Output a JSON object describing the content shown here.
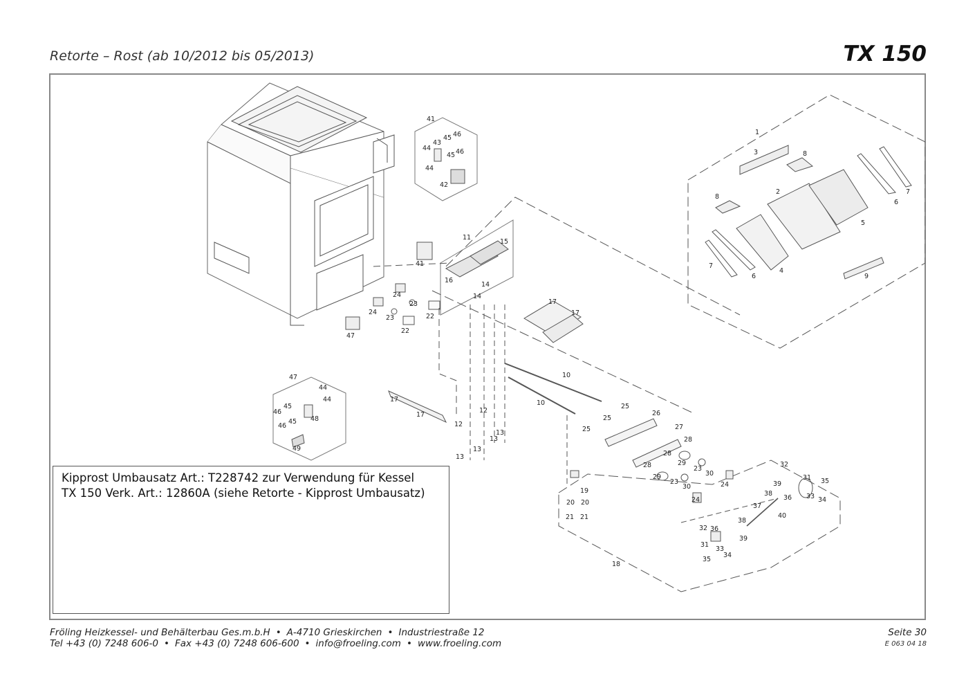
{
  "header": {
    "title": "Retorte – Rost (ab 10/2012 bis 05/2013)",
    "model": "TX 150"
  },
  "info_box": {
    "line1": "Kipprost Umbausatz Art.: T228742 zur Verwendung für Kessel",
    "line2": "TX 150 Verk. Art.: 12860A (siehe Retorte - Kipprost Umbausatz)"
  },
  "footer": {
    "company": "Fröling Heizkessel- und Behälterbau Ges.m.b.H",
    "address": "A-4710 Grieskirchen",
    "street": "Industriestraße 12",
    "tel": "Tel +43 (0) 7248 606-0",
    "fax": "Fax +43 (0) 7248 606-600",
    "email": "info@froeling.com",
    "web": "www.froeling.com",
    "bullet": "•",
    "page": "Seite 30",
    "doc_code": "E 063 04 18"
  },
  "callouts": [
    {
      "id": "c1",
      "text": "1"
    },
    {
      "id": "c3",
      "text": "3"
    },
    {
      "id": "c8a",
      "text": "8"
    },
    {
      "id": "c2",
      "text": "2"
    },
    {
      "id": "c8b",
      "text": "8"
    },
    {
      "id": "c7a",
      "text": "7"
    },
    {
      "id": "c6a",
      "text": "6"
    },
    {
      "id": "c5",
      "text": "5"
    },
    {
      "id": "c7b",
      "text": "7"
    },
    {
      "id": "c6b",
      "text": "6"
    },
    {
      "id": "c4",
      "text": "4"
    },
    {
      "id": "c9",
      "text": "9"
    },
    {
      "id": "c41a",
      "text": "41"
    },
    {
      "id": "c46a",
      "text": "46"
    },
    {
      "id": "c45a",
      "text": "45"
    },
    {
      "id": "c43",
      "text": "43"
    },
    {
      "id": "c44a",
      "text": "44"
    },
    {
      "id": "c46b",
      "text": "46"
    },
    {
      "id": "c45b",
      "text": "45"
    },
    {
      "id": "c44b",
      "text": "44"
    },
    {
      "id": "c42",
      "text": "42"
    },
    {
      "id": "c41b",
      "text": "41"
    },
    {
      "id": "c11",
      "text": "11"
    },
    {
      "id": "c15",
      "text": "15"
    },
    {
      "id": "c16",
      "text": "16"
    },
    {
      "id": "c14a",
      "text": "14"
    },
    {
      "id": "c14b",
      "text": "14"
    },
    {
      "id": "c24a",
      "text": "24"
    },
    {
      "id": "c23a",
      "text": "23"
    },
    {
      "id": "c22a",
      "text": "22"
    },
    {
      "id": "c24b",
      "text": "24"
    },
    {
      "id": "c23b",
      "text": "23"
    },
    {
      "id": "c22b",
      "text": "22"
    },
    {
      "id": "c47a",
      "text": "47"
    },
    {
      "id": "c17a",
      "text": "17"
    },
    {
      "id": "c17b",
      "text": "17"
    },
    {
      "id": "c10a",
      "text": "10"
    },
    {
      "id": "c10b",
      "text": "10"
    },
    {
      "id": "c17c",
      "text": "17"
    },
    {
      "id": "c17d",
      "text": "17"
    },
    {
      "id": "c12a",
      "text": "12"
    },
    {
      "id": "c12b",
      "text": "12"
    },
    {
      "id": "c13a",
      "text": "13"
    },
    {
      "id": "c13b",
      "text": "13"
    },
    {
      "id": "c13c",
      "text": "13"
    },
    {
      "id": "c13d",
      "text": "13"
    },
    {
      "id": "c47b",
      "text": "47"
    },
    {
      "id": "c44c",
      "text": "44"
    },
    {
      "id": "c44d",
      "text": "44"
    },
    {
      "id": "c45c",
      "text": "45"
    },
    {
      "id": "c46c",
      "text": "46"
    },
    {
      "id": "c45d",
      "text": "45"
    },
    {
      "id": "c46d",
      "text": "46"
    },
    {
      "id": "c48",
      "text": "48"
    },
    {
      "id": "c49",
      "text": "49"
    },
    {
      "id": "c25a",
      "text": "25"
    },
    {
      "id": "c26",
      "text": "26"
    },
    {
      "id": "c25b",
      "text": "25"
    },
    {
      "id": "c27",
      "text": "27"
    },
    {
      "id": "c25c",
      "text": "25"
    },
    {
      "id": "c28a",
      "text": "28"
    },
    {
      "id": "c28b",
      "text": "28"
    },
    {
      "id": "c29a",
      "text": "29"
    },
    {
      "id": "c28c",
      "text": "28"
    },
    {
      "id": "c23c",
      "text": "23"
    },
    {
      "id": "c30a",
      "text": "30"
    },
    {
      "id": "c24c",
      "text": "24"
    },
    {
      "id": "c29b",
      "text": "29"
    },
    {
      "id": "c23d",
      "text": "23"
    },
    {
      "id": "c30b",
      "text": "30"
    },
    {
      "id": "c24d",
      "text": "24"
    },
    {
      "id": "c19",
      "text": "19"
    },
    {
      "id": "c20a",
      "text": "20"
    },
    {
      "id": "c20b",
      "text": "20"
    },
    {
      "id": "c21a",
      "text": "21"
    },
    {
      "id": "c21b",
      "text": "21"
    },
    {
      "id": "c18",
      "text": "18"
    },
    {
      "id": "c32a",
      "text": "32"
    },
    {
      "id": "c31a",
      "text": "31"
    },
    {
      "id": "c35a",
      "text": "35"
    },
    {
      "id": "c39a",
      "text": "39"
    },
    {
      "id": "c38a",
      "text": "38"
    },
    {
      "id": "c36a",
      "text": "36"
    },
    {
      "id": "c33a",
      "text": "33"
    },
    {
      "id": "c34a",
      "text": "34"
    },
    {
      "id": "c37",
      "text": "37"
    },
    {
      "id": "c40",
      "text": "40"
    },
    {
      "id": "c38b",
      "text": "38"
    },
    {
      "id": "c32b",
      "text": "32"
    },
    {
      "id": "c36b",
      "text": "36"
    },
    {
      "id": "c39b",
      "text": "39"
    },
    {
      "id": "c31b",
      "text": "31"
    },
    {
      "id": "c33b",
      "text": "33"
    },
    {
      "id": "c34b",
      "text": "34"
    },
    {
      "id": "c35b",
      "text": "35"
    }
  ]
}
